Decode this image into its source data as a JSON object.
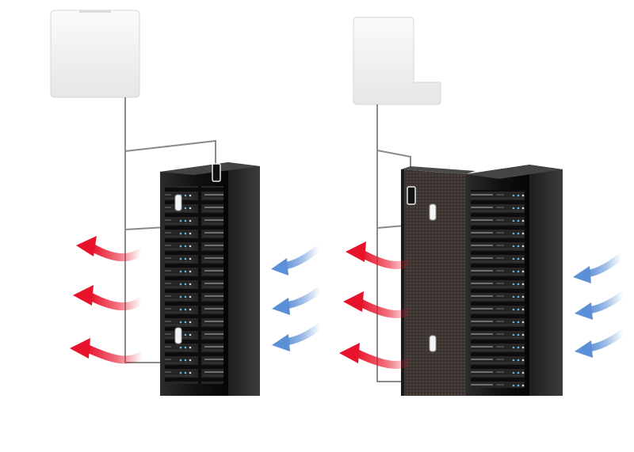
{
  "diagram": {
    "colors": {
      "hot_air": "#e8132b",
      "cold_air": "#5b8fd6",
      "rack_body": "#151515",
      "rack_edge": "#3a3a3a",
      "cable": "#8a8a8a",
      "sensor_box": "#f3f3f3",
      "mesh_door": "#3b3431"
    },
    "left_setup": {
      "controller_icon": "monitoring-unit-icon",
      "rack_count": 1,
      "sensor_count": 3,
      "hot_air_arrows": 3,
      "cold_air_arrows": 3
    },
    "right_setup": {
      "controller_icon": "monitoring-unit-icon",
      "rack_count": 2,
      "sensor_count": 3,
      "hot_air_arrows": 3,
      "cold_air_arrows": 3
    }
  }
}
